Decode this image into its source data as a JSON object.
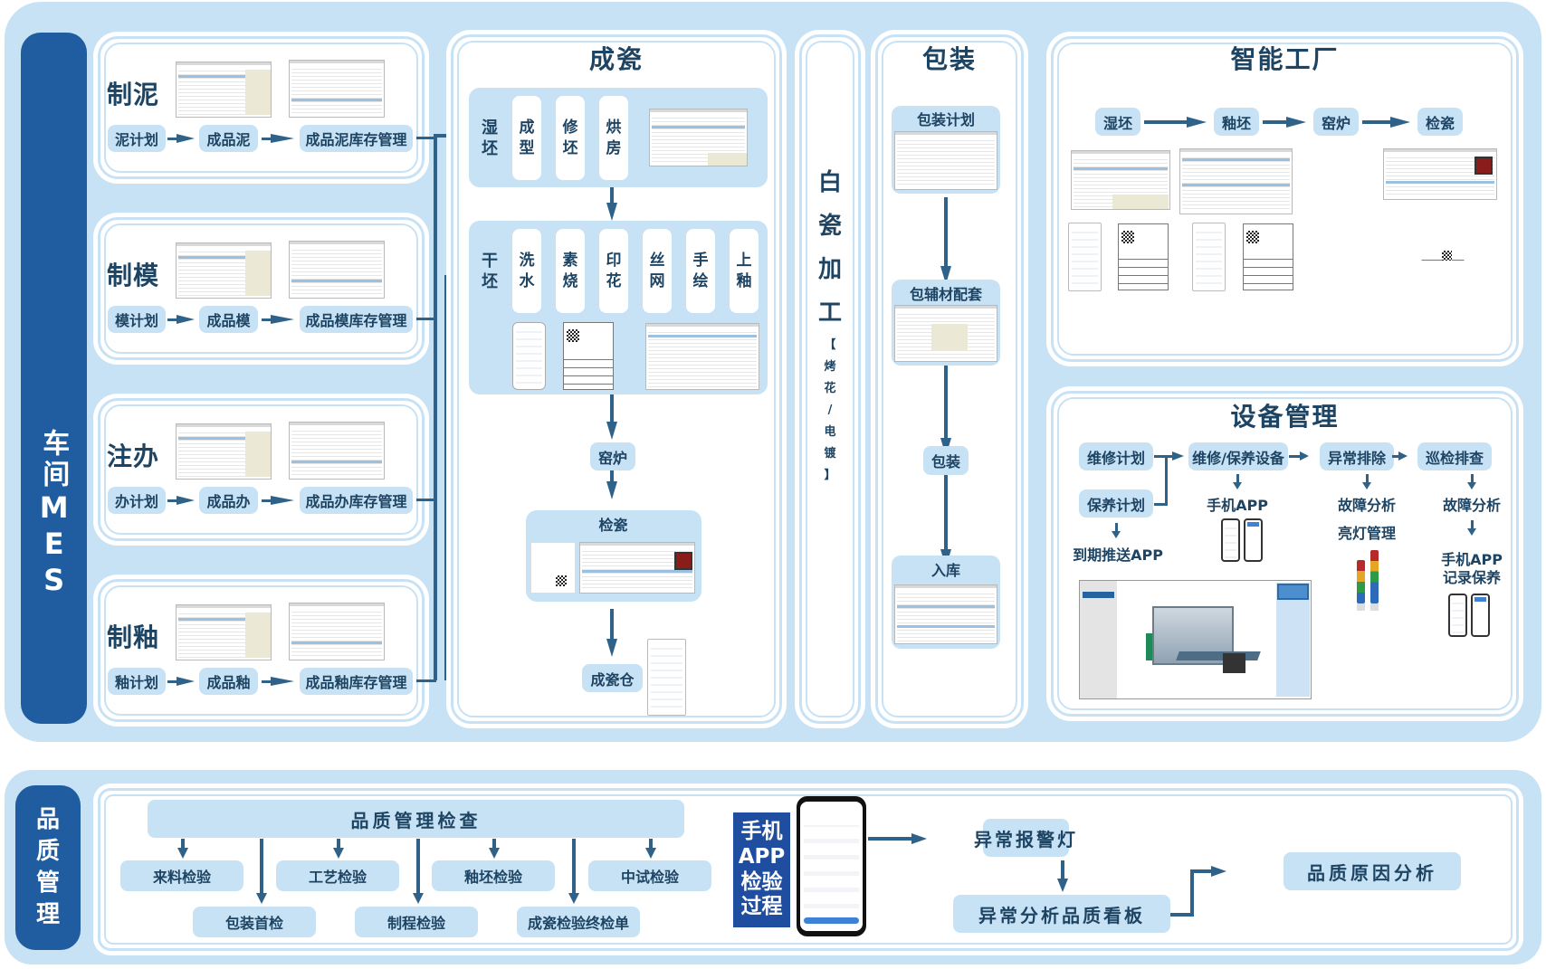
{
  "mes": {
    "side_label_cn": "车间",
    "side_label_en": "MES",
    "lines": [
      {
        "name": "制泥",
        "steps": [
          "泥计划",
          "成品泥",
          "成品泥库存管理"
        ]
      },
      {
        "name": "制模",
        "steps": [
          "模计划",
          "成品模",
          "成品模库存管理"
        ]
      },
      {
        "name": "注办",
        "steps": [
          "办计划",
          "成品办",
          "成品办库存管理"
        ]
      },
      {
        "name": "制釉",
        "steps": [
          "釉计划",
          "成品釉",
          "成品釉库存管理"
        ]
      }
    ]
  },
  "ceramic": {
    "title": "成瓷",
    "wet": {
      "label": "湿坯",
      "steps": [
        "成型",
        "修坯",
        "烘房"
      ]
    },
    "dry": {
      "label": "干坯",
      "steps": [
        "洗水",
        "素烧",
        "印花",
        "丝网",
        "手绘",
        "上釉"
      ]
    },
    "kiln": "窑炉",
    "inspect": "检瓷",
    "warehouse": "成瓷仓"
  },
  "white_porcelain": {
    "title_chars": [
      "白",
      "瓷",
      "加",
      "工"
    ],
    "sub_chars": [
      "【",
      "烤",
      "花",
      "/",
      "电",
      "镀",
      "】"
    ]
  },
  "packaging": {
    "title": "包装",
    "steps": [
      "包装计划",
      "包辅材配套",
      "包装",
      "入库"
    ]
  },
  "smart_factory": {
    "title": "智能工厂",
    "steps": [
      "湿坯",
      "釉坯",
      "窑炉",
      "检瓷"
    ]
  },
  "equipment": {
    "title": "设备管理",
    "repair_plan": "维修计划",
    "maintain_plan": "保养计划",
    "maintain_device": "维修/保养设备",
    "exception": "异常排除",
    "patrol": "巡检排查",
    "push_app": "到期推送APP",
    "phone_app": "手机APP",
    "fault_analysis_1": "故障分析",
    "light_mgmt": "亮灯管理",
    "fault_analysis_2": "故障分析",
    "record_app_1": "手机APP",
    "record_app_2": "记录保养"
  },
  "quality": {
    "side_label": [
      "品",
      "质",
      "管",
      "理"
    ],
    "header": "品质管理检查",
    "row1": [
      "来料检验",
      "工艺检验",
      "釉坯检验",
      "中试检验"
    ],
    "row2": [
      "包装首检",
      "制程检验",
      "成瓷检验终检单"
    ],
    "app_label": [
      "手机",
      "APP",
      "检验",
      "过程"
    ],
    "alarm": "异常报警灯",
    "board": "异常分析品质看板",
    "cause": "品质原因分析"
  }
}
